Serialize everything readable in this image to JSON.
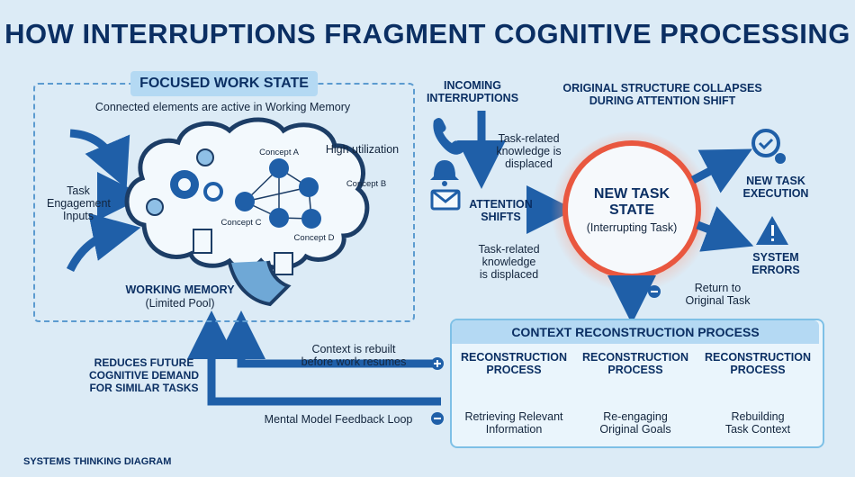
{
  "title": "HOW INTERRUPTIONS FRAGMENT COGNITIVE PROCESSING",
  "focus": {
    "heading": "FOCUSED WORK STATE",
    "subtitle": "Connected elements are active in Working Memory",
    "inputs_label": [
      "Task",
      "Engagement",
      "Inputs"
    ],
    "high_util": "High utilization",
    "concepts": [
      "Concept A",
      "Concept B",
      "Concept C",
      "Concept D"
    ],
    "wm_title": "WORKING MEMORY",
    "wm_sub": "(Limited Pool)"
  },
  "interruptions": {
    "heading": [
      "INCOMING",
      "INTERRUPTIONS"
    ],
    "displaced_top": [
      "Task-related",
      "knowledge is",
      "displaced"
    ],
    "attention": [
      "ATTENTION",
      "SHIFTS"
    ],
    "displaced_bottom": [
      "Task-related",
      "knowledge",
      "is displaced"
    ]
  },
  "collapse": [
    "ORIGINAL STRUCTURE COLLAPSES",
    "DURING ATTENTION SHIFT"
  ],
  "new_task": {
    "line1": "NEW TASK",
    "line2": "STATE",
    "sub": "(Interrupting Task)"
  },
  "outcomes": {
    "exec": [
      "NEW TASK",
      "EXECUTION"
    ],
    "errors": [
      "SYSTEM",
      "ERRORS"
    ],
    "return": [
      "Return to",
      "Original Task"
    ]
  },
  "context": {
    "heading": "CONTEXT RECONSTRUCTION PROCESS",
    "steps": [
      {
        "title": [
          "RECONSTRUCTION",
          "PROCESS"
        ],
        "desc": [
          "Retrieving Relevant",
          "Information"
        ]
      },
      {
        "title": [
          "RECONSTRUCTION",
          "PROCESS"
        ],
        "desc": [
          "Re-engaging",
          "Original Goals"
        ]
      },
      {
        "title": [
          "RECONSTRUCTION",
          "PROCESS"
        ],
        "desc": [
          "Rebuilding",
          "Task Context"
        ]
      }
    ]
  },
  "feedback": {
    "rebuilt": [
      "Context is rebuilt",
      "before work resumes"
    ],
    "loop": "Mental Model Feedback Loop",
    "reduces": [
      "REDUCES FUTURE",
      "COGNITIVE DEMAND",
      "FOR SIMILAR TASKS"
    ]
  },
  "footer": "SYSTEMS THINKING DIAGRAM",
  "colors": {
    "primary": "#1f5fa8",
    "accent": "#e9573f",
    "bg": "#dcebf6"
  }
}
